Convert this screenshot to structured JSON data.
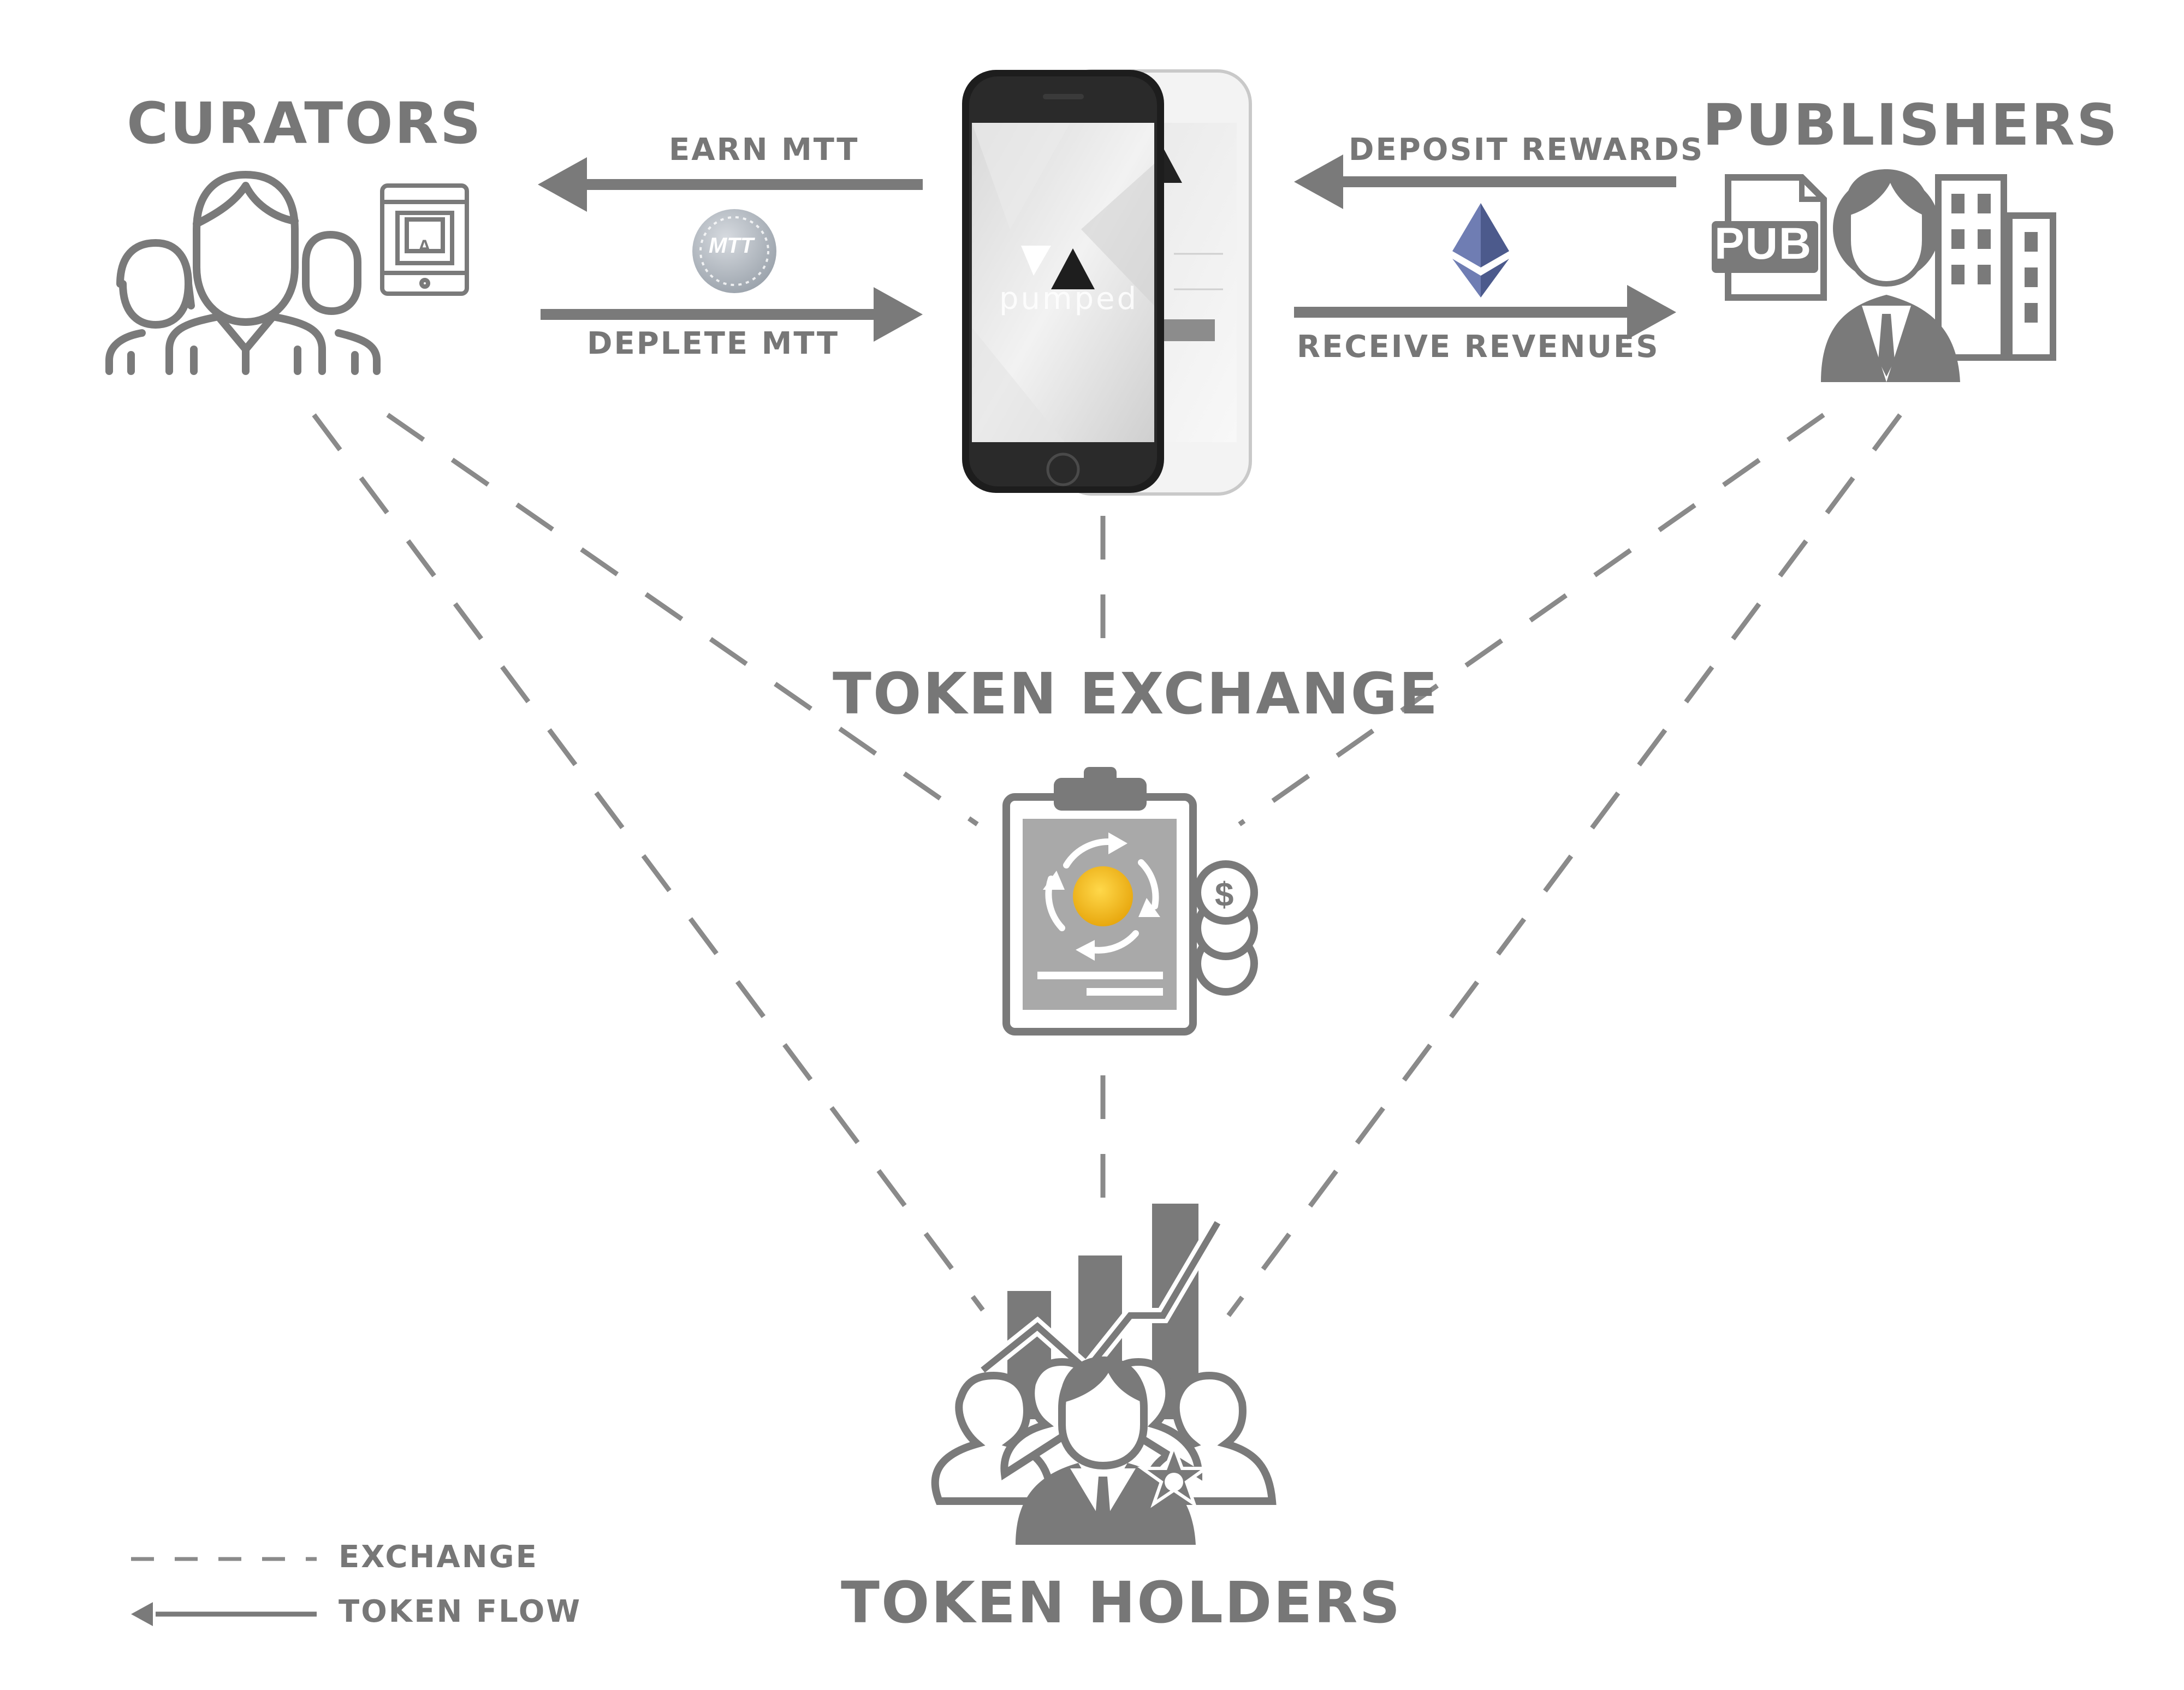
{
  "nodes": {
    "curators": "CURATORS",
    "publishers": "PUBLISHERS",
    "token_exchange": "TOKEN EXCHANGE",
    "token_holders": "TOKEN HOLDERS"
  },
  "flows": {
    "earn": "EARN MTT",
    "deplete": "DEPLETE MTT",
    "deposit": "DEPOSIT REWARDS",
    "receive": "RECEIVE REVENUES"
  },
  "coin": {
    "text": "MTT"
  },
  "tablet": {
    "glyph": "A"
  },
  "pub_badge": {
    "text": "PUB"
  },
  "phone": {
    "app_name": "pumped"
  },
  "legend": {
    "exchange": "EXCHANGE",
    "token_flow": "TOKEN FLOW"
  },
  "icons": {
    "curators": "group-of-users-icon",
    "tablet": "tablet-article-icon",
    "publishers": "businessman-building-icon",
    "pub_file": "pub-file-icon",
    "ethereum": "ethereum-icon",
    "coin": "mtt-coin-icon",
    "exchange": "clipboard-exchange-icon",
    "holders": "token-holders-growth-icon"
  },
  "colors": {
    "gray": "#777777",
    "line": "#8a8a8a",
    "gold": "#f2c12e",
    "eth": "#5b6a9e",
    "phone_dark": "#1c1c1c"
  }
}
